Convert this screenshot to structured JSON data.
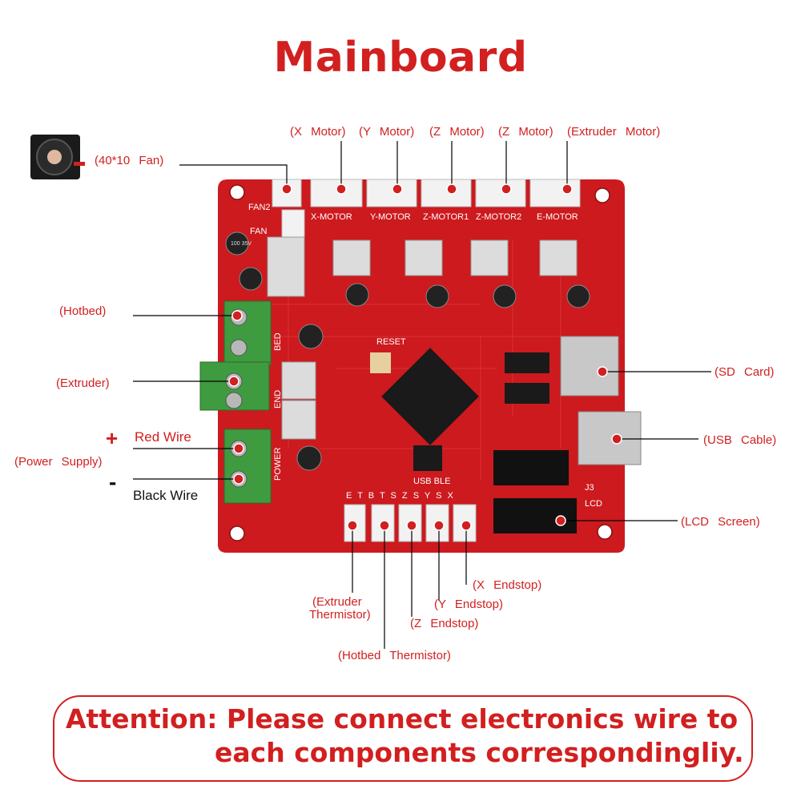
{
  "title": "Mainboard",
  "labels": {
    "fan": "(40*10  Fan)",
    "x_motor": "(X  Motor)",
    "y_motor": "(Y  Motor)",
    "z_motor_1": "(Z  Motor)",
    "z_motor_2": "(Z  Motor)",
    "extruder_motor": "(Extruder  Motor)",
    "hotbed": "(Hotbed)",
    "extruder": "(Extruder)",
    "power_supply": "(Power  Supply)",
    "red_wire": "Red Wire",
    "black_wire": "Black Wire",
    "plus": "+",
    "minus": "-",
    "sd_card": "(SD  Card)",
    "usb_cable": "(USB  Cable)",
    "lcd_screen": "(LCD  Screen)",
    "x_endstop": "(X  Endstop)",
    "y_endstop": "(Y  Endstop)",
    "z_endstop": "(Z  Endstop)",
    "extruder_thermistor_1": "(Extruder",
    "extruder_thermistor_2": "Thermistor)",
    "hotbed_thermistor": "(Hotbed  Thermistor)"
  },
  "board_silkscreen": {
    "fan2": "FAN2",
    "fan": "FAN",
    "x_motor": "X-MOTOR",
    "y_motor": "Y-MOTOR",
    "z_motor1": "Z-MOTOR1",
    "z_motor2": "Z-MOTOR2",
    "e_motor": "E-MOTOR",
    "bed": "BED",
    "end": "END",
    "power": "POWER",
    "reset": "RESET",
    "usb_ble": "USB BLE",
    "j3": "J3",
    "lcd": "LCD",
    "endstop_letters": "E T B T S Z S Y S X",
    "cap_text": "100 35V"
  },
  "attention": {
    "line1": "Attention: Please connect electronics wire to",
    "line2": "each components correspondingliy."
  },
  "colors": {
    "accent": "#d21f1f",
    "board": "#cc1a1e",
    "terminal": "#3f9b3f",
    "connector": "#f2f2f2"
  }
}
